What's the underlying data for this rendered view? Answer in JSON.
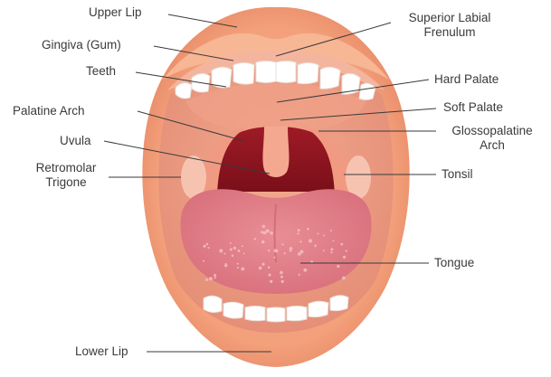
{
  "labels": {
    "upper_lip": "Upper Lip",
    "gingiva": "Gingiva (Gum)",
    "teeth": "Teeth",
    "palatine_arch": "Palatine Arch",
    "uvula": "Uvula",
    "retromolar_line1": "Retromolar",
    "retromolar_line2": "Trigone",
    "lower_lip": "Lower Lip",
    "superior_labial_line1": "Superior Labial",
    "superior_labial_line2": "Frenulum",
    "hard_palate": "Hard Palate",
    "soft_palate": "Soft Palate",
    "glossopalatine_line1": "Glossopalatine",
    "glossopalatine_line2": "Arch",
    "tonsil": "Tonsil",
    "tongue": "Tongue"
  }
}
